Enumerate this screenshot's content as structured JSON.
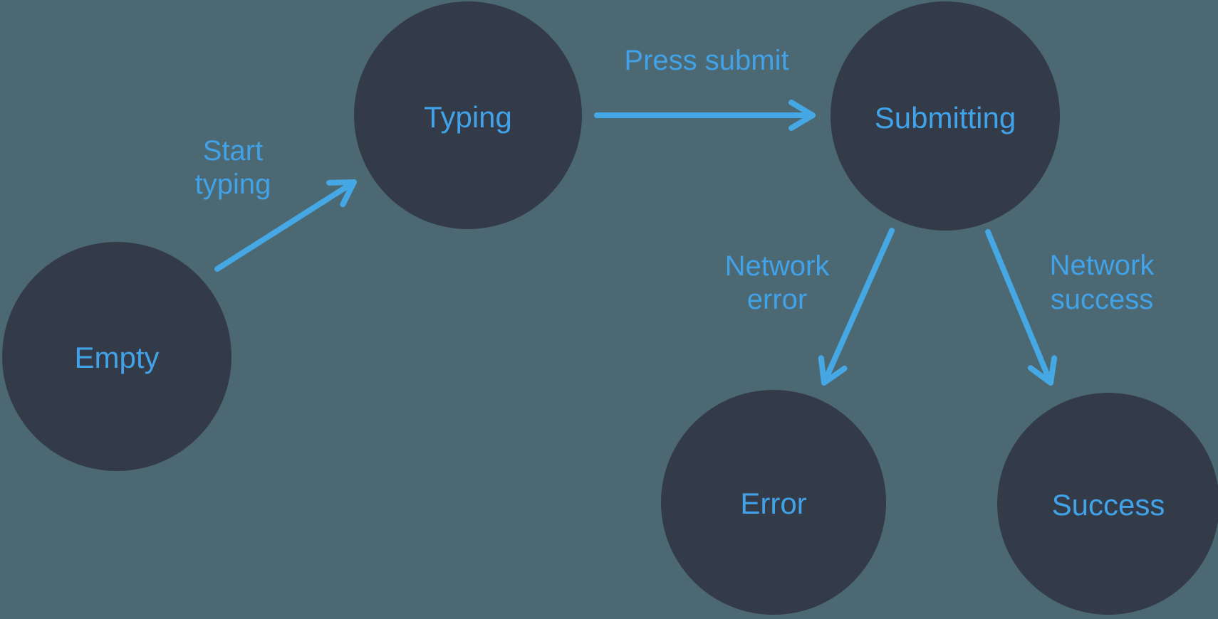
{
  "diagram": {
    "kind": "state-machine",
    "colors": {
      "background": "#4C6872",
      "node_fill": "#333B49",
      "accent_blue": "#45A7E3",
      "label_blue": "#41A2E8"
    },
    "nodes": [
      {
        "id": "empty",
        "label": "Empty"
      },
      {
        "id": "typing",
        "label": "Typing"
      },
      {
        "id": "submitting",
        "label": "Submitting"
      },
      {
        "id": "error",
        "label": "Error"
      },
      {
        "id": "success",
        "label": "Success"
      }
    ],
    "edges": [
      {
        "from": "empty",
        "to": "typing",
        "label": "Start typing",
        "lines": [
          "Start",
          "typing"
        ]
      },
      {
        "from": "typing",
        "to": "submitting",
        "label": "Press submit",
        "lines": [
          "Press submit"
        ]
      },
      {
        "from": "submitting",
        "to": "error",
        "label": "Network error",
        "lines": [
          "Network",
          "error"
        ]
      },
      {
        "from": "submitting",
        "to": "success",
        "label": "Network success",
        "lines": [
          "Network",
          "success"
        ]
      }
    ]
  }
}
